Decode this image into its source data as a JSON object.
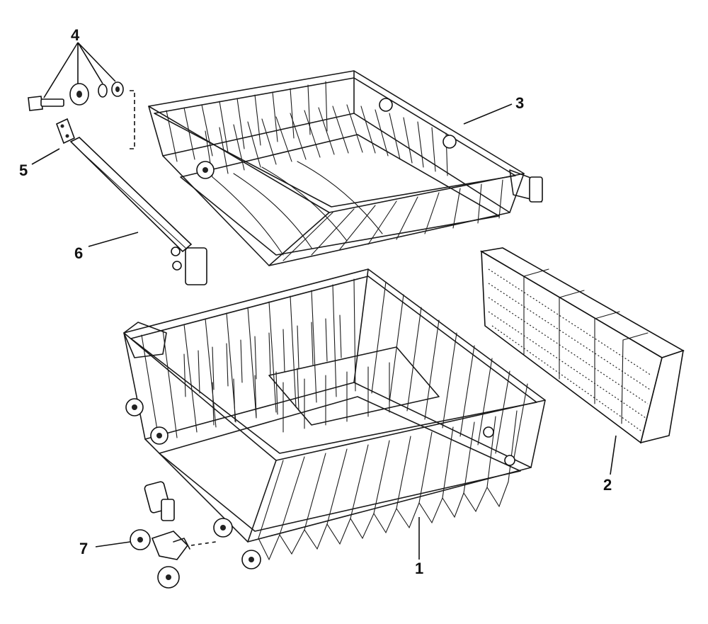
{
  "callouts": {
    "part_1": "1",
    "part_2": "2",
    "part_3": "3",
    "part_4": "4",
    "part_5": "5",
    "part_6": "6",
    "part_7": "7"
  },
  "colors": {
    "ink": "#1a1a1a",
    "paper": "#ffffff"
  }
}
